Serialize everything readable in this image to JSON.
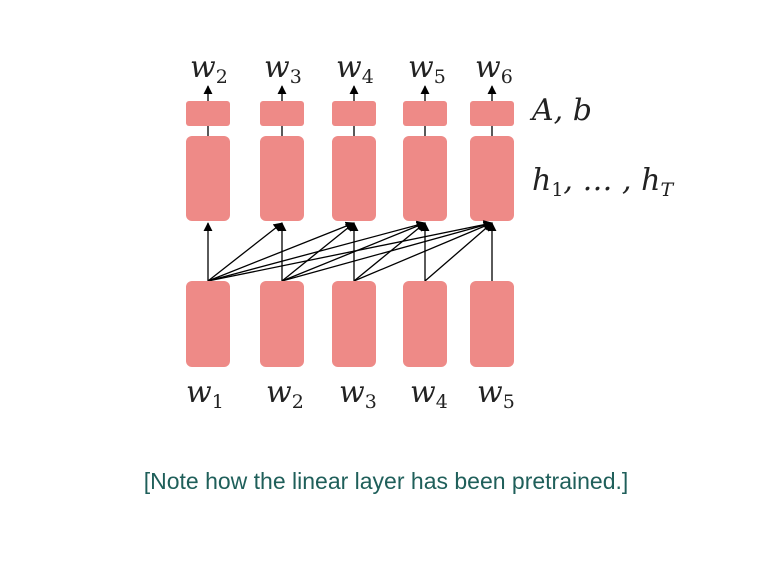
{
  "diagram": {
    "top_labels": [
      {
        "base": "w",
        "sub": "2"
      },
      {
        "base": "w",
        "sub": "3"
      },
      {
        "base": "w",
        "sub": "4"
      },
      {
        "base": "w",
        "sub": "5"
      },
      {
        "base": "w",
        "sub": "6"
      }
    ],
    "bottom_labels": [
      {
        "base": "w",
        "sub": "1"
      },
      {
        "base": "w",
        "sub": "2"
      },
      {
        "base": "w",
        "sub": "3"
      },
      {
        "base": "w",
        "sub": "4"
      },
      {
        "base": "w",
        "sub": "5"
      }
    ],
    "output_layer_label": "A, b",
    "hidden_layer_label": {
      "h1": "h",
      "h1_sub": "1",
      "mid": ", … , ",
      "hT": "h",
      "hT_sub": "T"
    },
    "connections": "causal"
  },
  "note": "[Note how the linear layer has been pretrained.]",
  "colors": {
    "box": "#ee8a87",
    "note": "#1f5f5a",
    "text": "#222222"
  }
}
